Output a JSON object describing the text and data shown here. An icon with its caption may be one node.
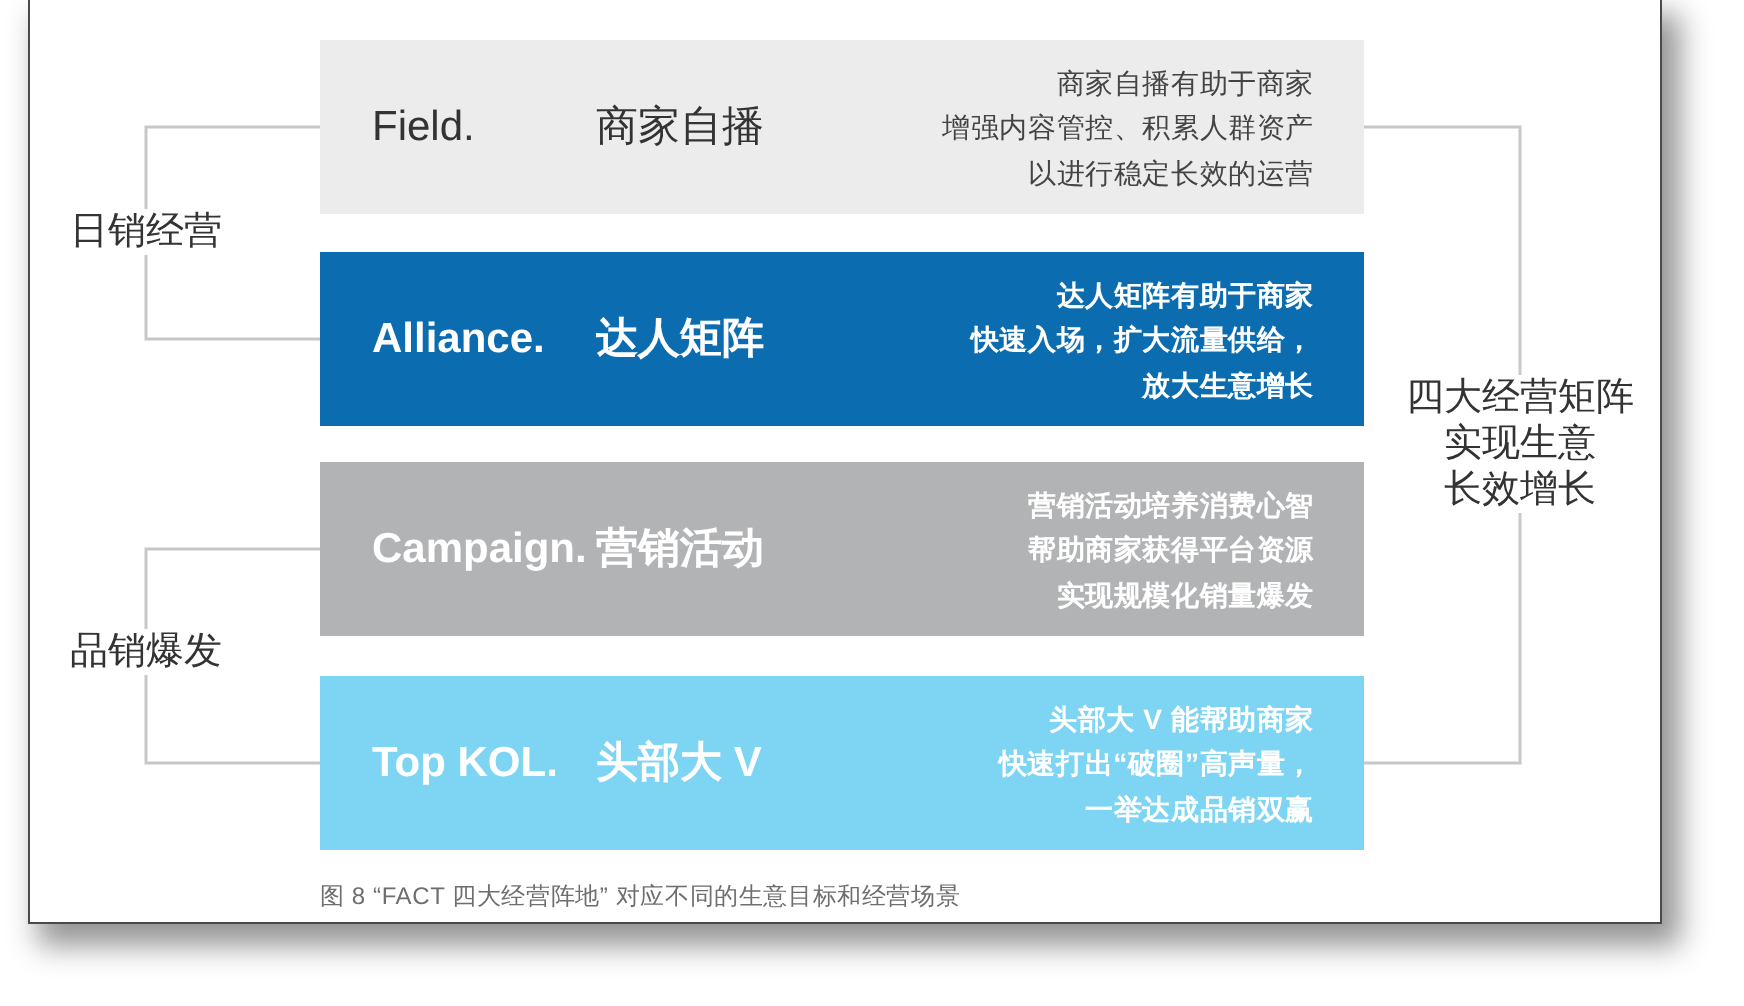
{
  "diagram": {
    "caption": "图 8 “FACT 四大经营阵地” 对应不同的生意目标和经营场景",
    "nodes": [
      {
        "text": [
          "Field.",
          "商家自播",
          "商家自播有助于商家增强内容管控、积累人群资产以进行稳定长效的运营"
        ]
      },
      {
        "text": [
          "Alliance.",
          "达人矩阵",
          "达人矩阵有助于商家快速入场，扩大流量供给，放大生意增长"
        ]
      },
      {
        "text": [
          "Campaign.",
          "营销活动",
          "营销活动培养消费心智帮助商家获得平台资源实现规模化销量爆发"
        ]
      },
      {
        "text": [
          "Top KOL.",
          "头部大 V",
          "头部大 V 能帮助商家快速打出“破圈”高声量，一举达成品销双赢"
        ]
      },
      {
        "text": [
          "日销经营"
        ]
      },
      {
        "text": [
          "品销爆发"
        ]
      },
      {
        "text": [
          "四大经营矩阵实现生意长效增长"
        ]
      }
    ],
    "edges": [
      {
        "from": 4,
        "to": 0,
        "arrow": "none"
      },
      {
        "from": 4,
        "to": 1,
        "arrow": "none"
      },
      {
        "from": 5,
        "to": 2,
        "arrow": "none"
      },
      {
        "from": 5,
        "to": 3,
        "arrow": "none"
      },
      {
        "from": 6,
        "to": 0,
        "arrow": "none"
      },
      {
        "from": 6,
        "to": 3,
        "arrow": "none"
      }
    ]
  }
}
